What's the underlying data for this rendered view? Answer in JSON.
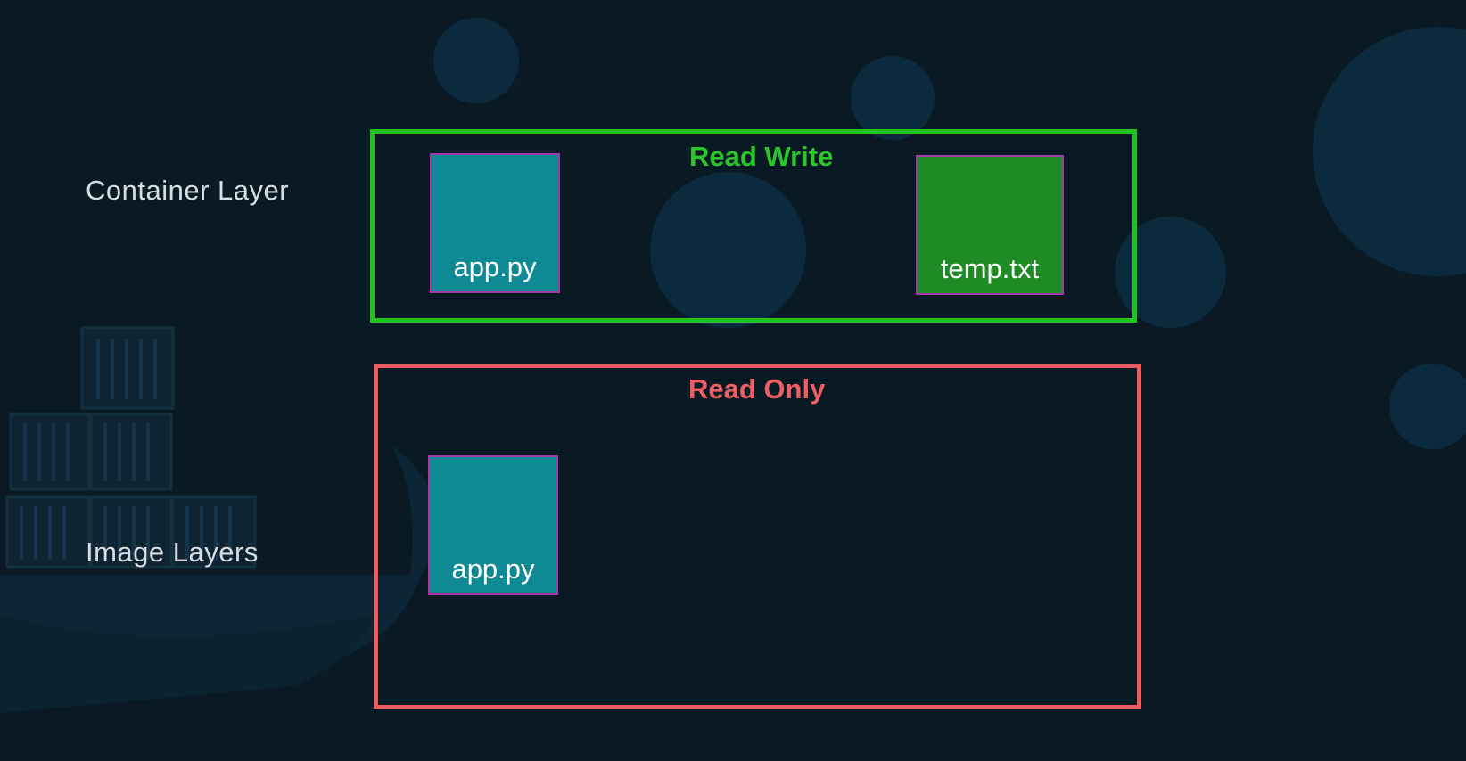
{
  "layers": {
    "container_label": "Container Layer",
    "image_label": "Image Layers"
  },
  "read_write_panel": {
    "title": "Read Write",
    "border_color": "#1fc21f",
    "files": [
      {
        "name": "app.py",
        "color": "#0f8993"
      },
      {
        "name": "temp.txt",
        "color": "#1e8b25"
      }
    ]
  },
  "read_only_panel": {
    "title": "Read Only",
    "border_color": "#ea5a5e",
    "files": [
      {
        "name": "app.py",
        "color": "#0f8993"
      }
    ]
  },
  "colors": {
    "background": "#0a1a25",
    "bubble": "#0c2a3d",
    "file_border": "#a23aa8"
  }
}
